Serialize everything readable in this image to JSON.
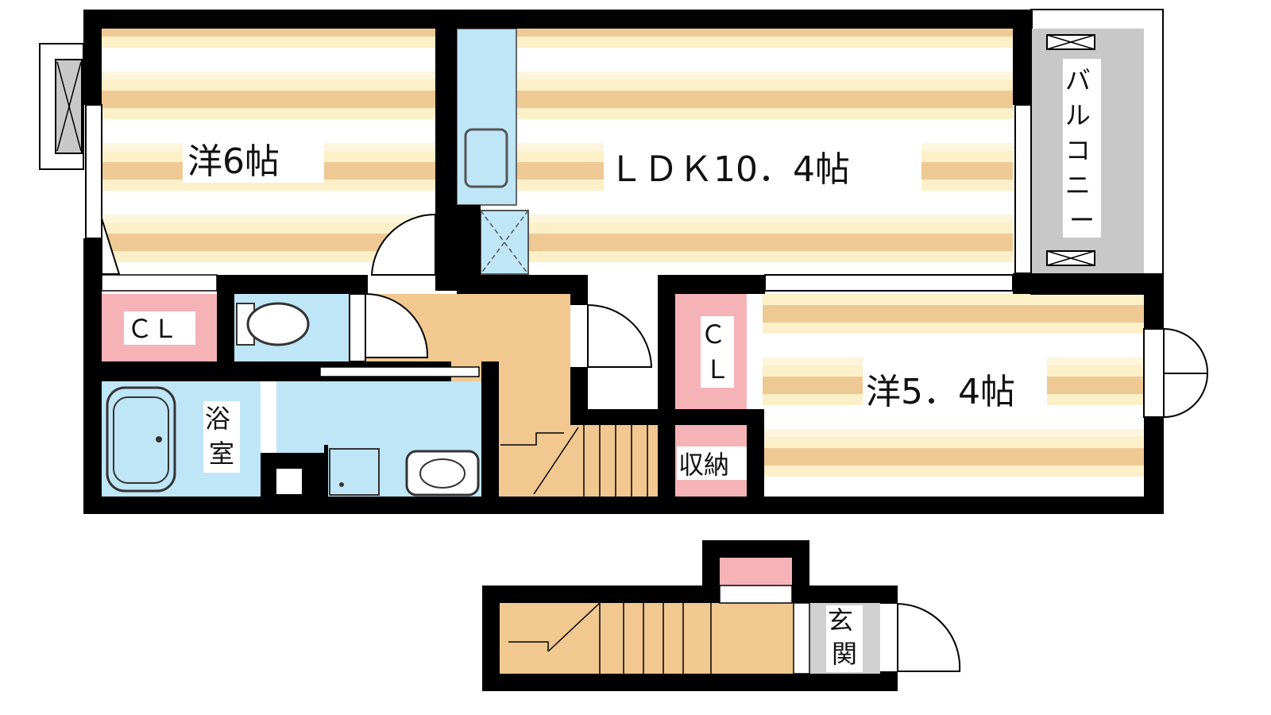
{
  "colors": {
    "wall": "#000000",
    "floor_stripe": "#efc994",
    "floor_light": "#fdf5dc",
    "wet_area": "#bfe6f7",
    "closet": "#f5b3b8",
    "hall": "#f0c890",
    "balcony": "#c8c8c8",
    "entrance": "#d0d0d0"
  },
  "rooms": {
    "western_6": "洋6帖",
    "ldk": "ＬＤＫ10．4帖",
    "balcony": "バルコニー",
    "closet_left": "ＣＬ",
    "closet_right": "ＣＬ",
    "western_54": "洋5．4帖",
    "storage": "収納",
    "bath": "浴室",
    "entrance": "玄関"
  },
  "icons": [
    "bathtub-icon",
    "toilet-icon",
    "sink-icon",
    "washer-icon",
    "fridge-icon",
    "door-swing-icon",
    "stairs-icon"
  ]
}
